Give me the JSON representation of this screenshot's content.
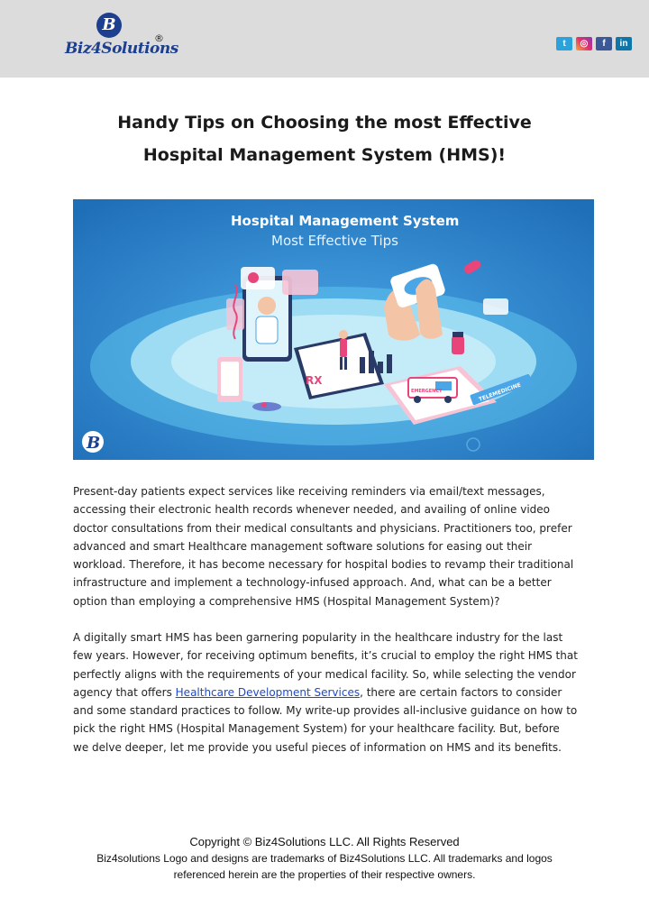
{
  "header": {
    "logo_mark": "B",
    "logo_text": "Biz4Solutions",
    "logo_registered": "®",
    "social": [
      {
        "icon": "twitter-icon",
        "glyph": "t",
        "color": "#2aa3dd"
      },
      {
        "icon": "instagram-icon",
        "glyph": "◎",
        "color": "#e1306c"
      },
      {
        "icon": "facebook-icon",
        "glyph": "f",
        "color": "#3b5998"
      },
      {
        "icon": "linkedin-icon",
        "glyph": "in",
        "color": "#0e76a8"
      }
    ]
  },
  "title": "Handy Tips on Choosing the most Effective Hospital Management System (HMS)!",
  "banner": {
    "heading": "Hospital Management System",
    "subheading": "Most Effective Tips",
    "logo_mark": "B",
    "labels": [
      "EMERGENCY",
      "TELEMEDICINE"
    ],
    "colors": {
      "background": "#2f86cf",
      "platform": "#8fd3ef",
      "accent": "#e8457a"
    }
  },
  "article": {
    "p1": "Present-day patients expect services like receiving reminders via email/text messages, accessing their electronic health records whenever needed, and availing of online video doctor consultations from their medical consultants and physicians. Practitioners too, prefer advanced and smart Healthcare management software solutions for easing out their workload. Therefore, it has become necessary for hospital bodies to revamp their traditional infrastructure and implement a technology-infused approach. And, what can be a better option than employing a comprehensive HMS (Hospital Management System)?",
    "p2_before": "A digitally smart HMS has been garnering popularity in the healthcare industry for the last few years. However, for receiving optimum benefits, it’s crucial to employ the right HMS that perfectly aligns with the requirements of your medical facility. So, while selecting the vendor agency that offers ",
    "p2_link": "Healthcare Development Services",
    "p2_after": ", there are certain factors to consider and some standard practices to follow. My write-up provides all-inclusive guidance on how to pick the right HMS (Hospital Management System) for your healthcare facility. But, before we delve deeper, let me provide you useful pieces of information on HMS and its benefits."
  },
  "footer": {
    "copyright": "Copyright © Biz4Solutions LLC. All Rights Reserved",
    "trademark": "Biz4solutions Logo and designs are trademarks of Biz4Solutions LLC. All trademarks and logos referenced herein are the properties of their respective owners."
  }
}
